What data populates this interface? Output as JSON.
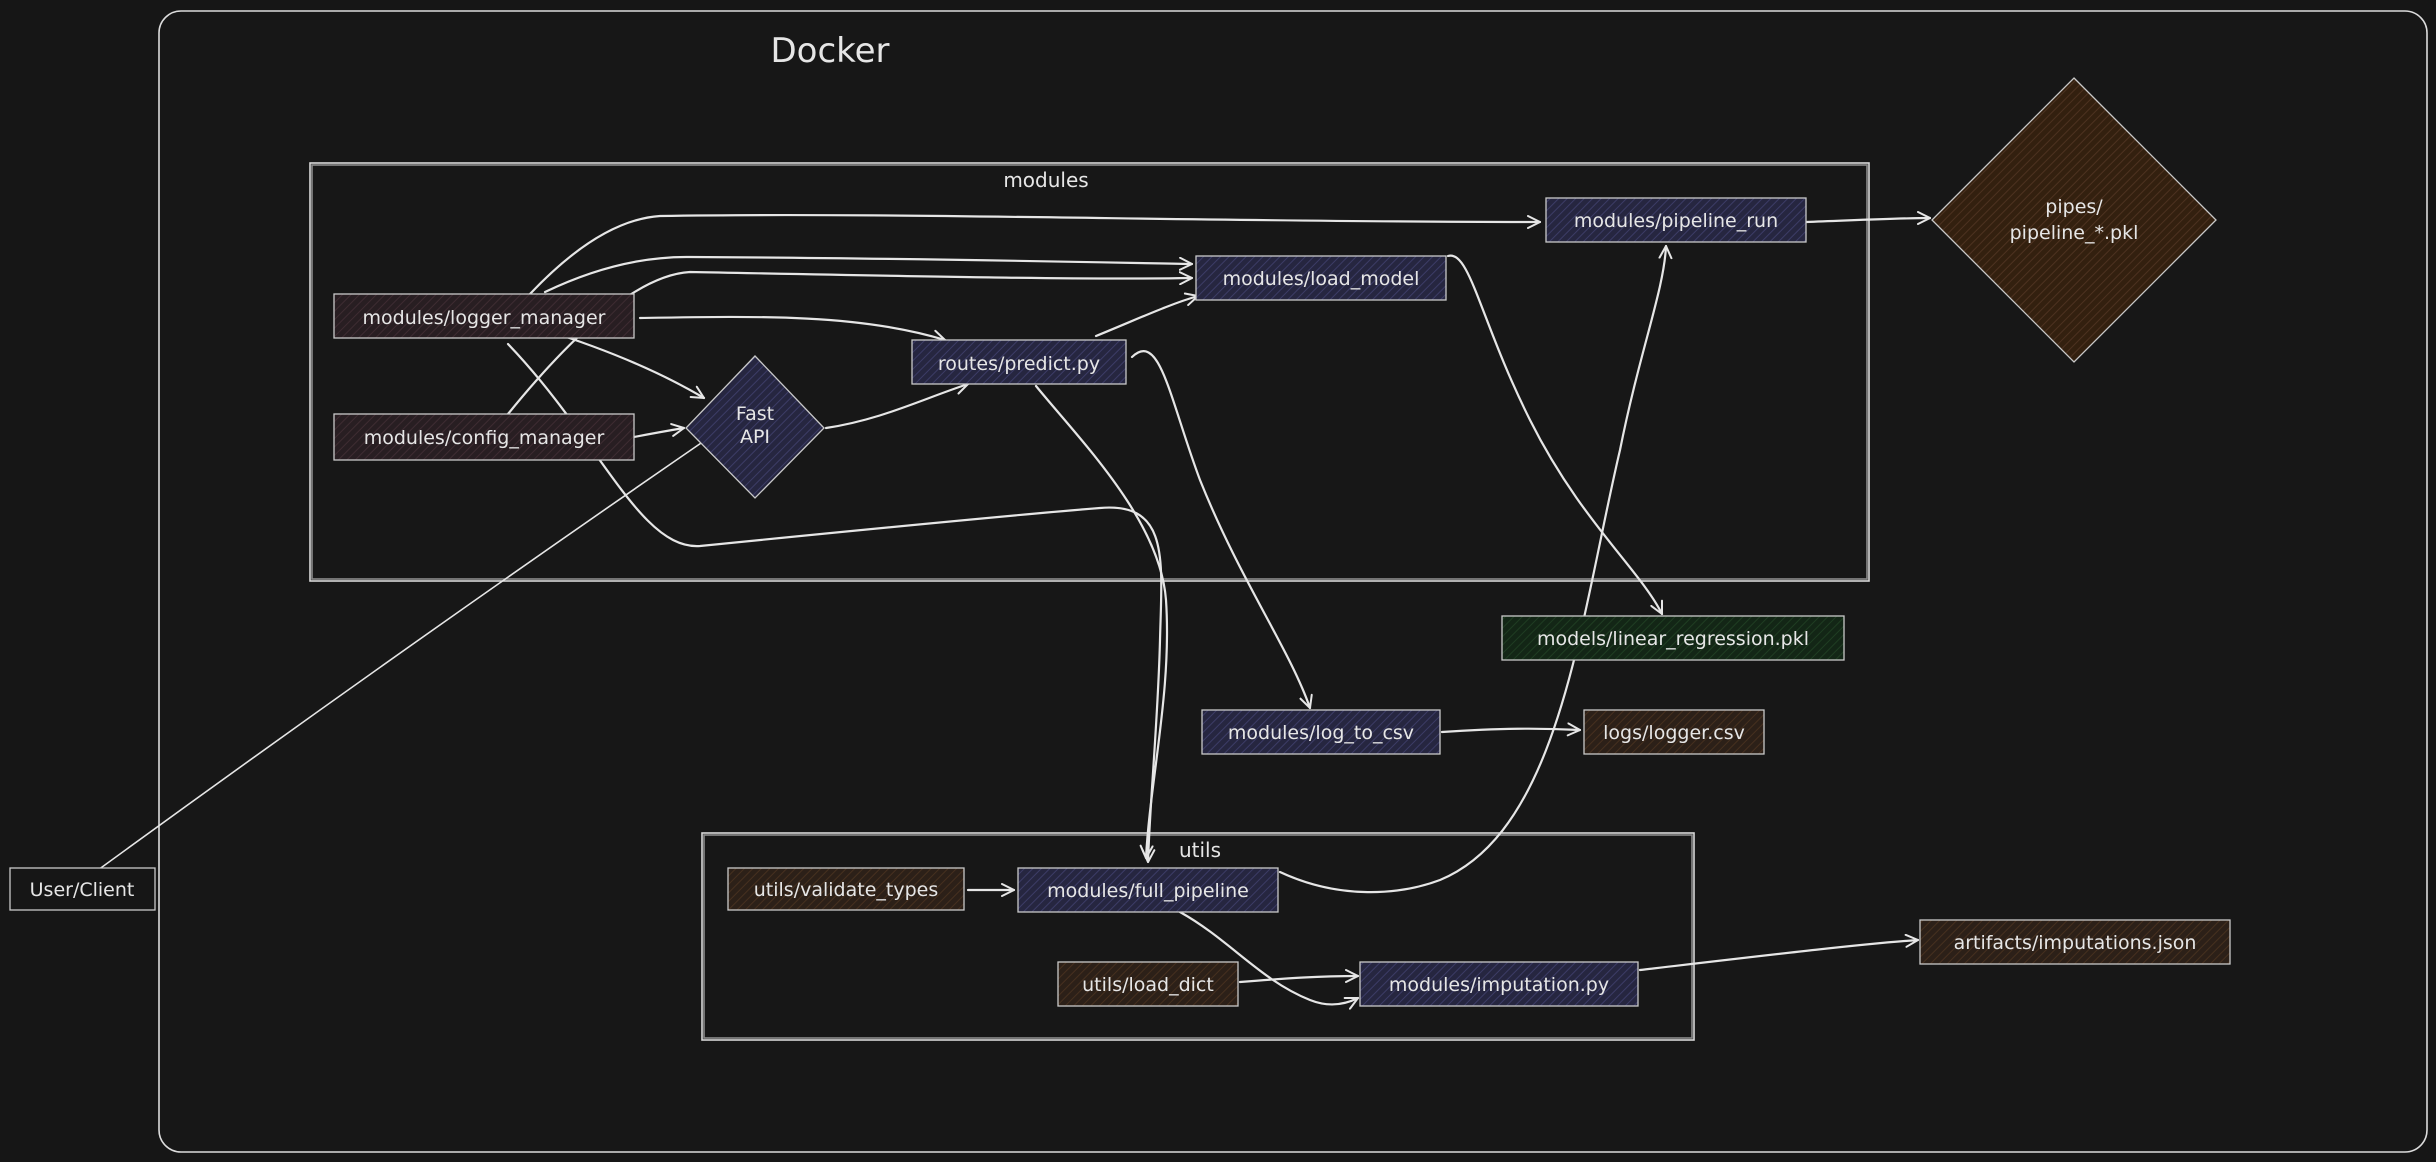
{
  "colors": {
    "background": "#161616",
    "stroke": "#e6e6e6",
    "purple_fill": "#2a2a46",
    "maroon_fill": "#2e2226",
    "brown_fill": "#33241a",
    "green_fill": "#17301c",
    "diamond_brown_fill": "#3a2518",
    "client_fill": "#161616"
  },
  "docker": {
    "title": "Docker"
  },
  "groups": {
    "modules": {
      "title": "modules"
    },
    "utils": {
      "title": "utils"
    }
  },
  "nodes": {
    "logger_manager": "modules/logger_manager",
    "config_manager": "modules/config_manager",
    "fastapi_line1": "Fast",
    "fastapi_line2": "API",
    "predict": "routes/predict.py",
    "load_model": "modules/load_model",
    "pipeline_run": "modules/pipeline_run",
    "pipes_line1": "pipes/",
    "pipes_line2": "pipeline_*.pkl",
    "linear_regression": "models/linear_regression.pkl",
    "log_to_csv": "modules/log_to_csv",
    "logger_csv": "logs/logger.csv",
    "validate_types": "utils/validate_types",
    "full_pipeline": "modules/full_pipeline",
    "load_dict": "utils/load_dict",
    "imputation": "modules/imputation.py",
    "imputations_json": "artifacts/imputations.json",
    "user_client": "User/Client"
  }
}
